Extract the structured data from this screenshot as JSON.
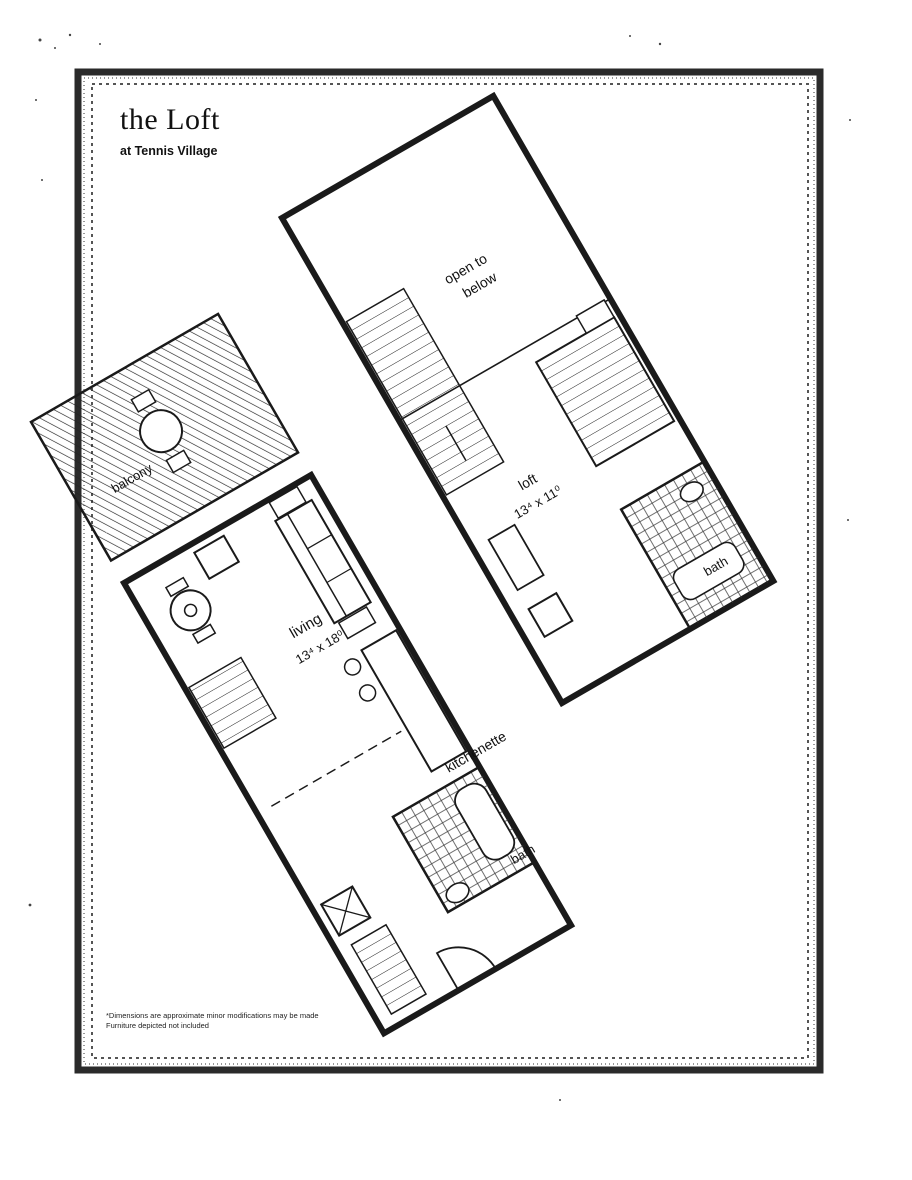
{
  "title": "the Loft",
  "subtitle": "at Tennis Village",
  "rooms": {
    "open_to_below": [
      "open to",
      "below"
    ],
    "loft": {
      "name": "loft",
      "dims": "13⁴ x 11⁰"
    },
    "living": {
      "name": "living",
      "dims": "13⁴ x 18⁰"
    },
    "balcony": "balcony",
    "kitchenette": "kitchenette",
    "bath_lower": "bath",
    "bath_upper": "bath"
  },
  "disclaimer": [
    "*Dimensions are approximate minor modifications may be made",
    "Furniture depicted not included"
  ],
  "colors": {
    "ink": "#1a1a1a",
    "paper": "#ffffff",
    "frame": "#2a2a2a"
  }
}
